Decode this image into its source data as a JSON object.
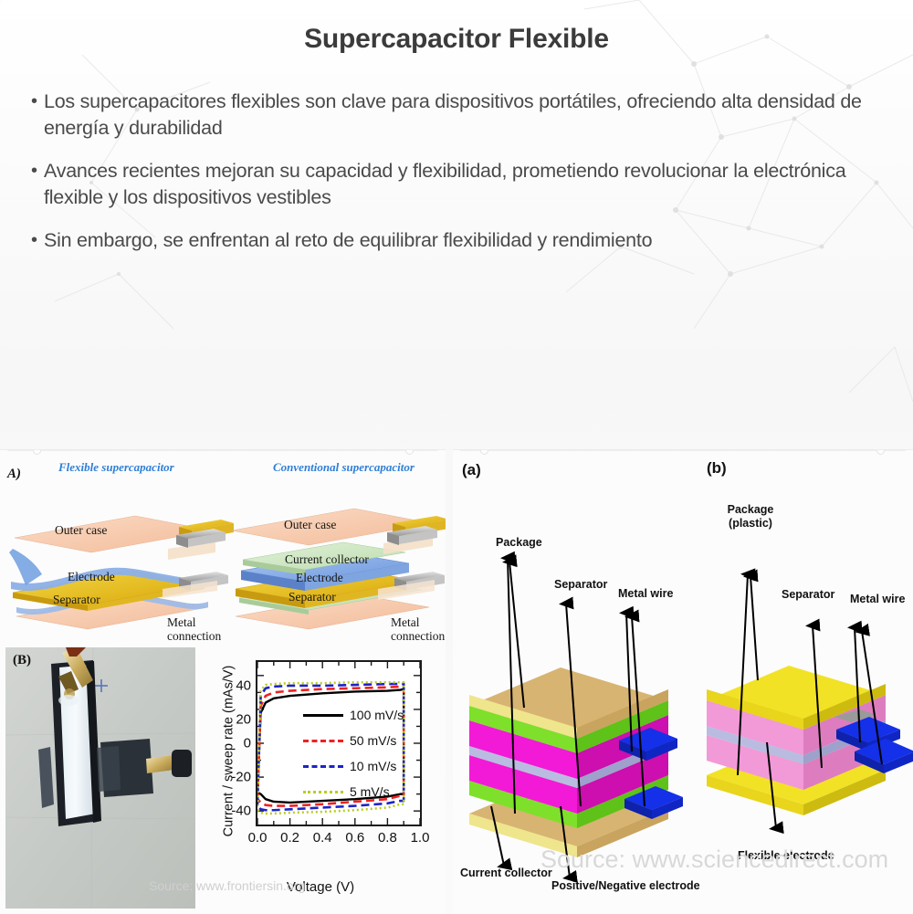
{
  "slide": {
    "title": "Supercapacitor Flexible",
    "bullet_marker": "•",
    "bullets": [
      "Los supercapacitores flexibles son clave para dispositivos portátiles, ofreciendo alta densidad de energía y durabilidad",
      "Avances recientes mejoran su capacidad y flexibilidad, prometiendo revolucionar la electrónica flexible y los dispositivos vestibles",
      "Sin embargo, se enfrentan al reto de equilibrar flexibilidad y rendimiento"
    ],
    "title_color": "#3b3b3b",
    "body_color": "#4a4a4a",
    "background_color": "#fbfbfb"
  },
  "figure_left": {
    "watermark": "Source: www.frontiersin.org",
    "panel_a": {
      "tag": "A)",
      "heading_left": "Flexible supercapacitor",
      "heading_right": "Conventional supercapacitor",
      "heading_color": "#2e7fd6",
      "flexible_layers": [
        "Outer case",
        "Electrode",
        "Separator",
        "Metal connection"
      ],
      "conventional_layers": [
        "Outer case",
        "Current collector",
        "Electrode",
        "Separator",
        "Metal connection"
      ],
      "colors": {
        "outer_case": "#f8cdb2",
        "electrode": "#8fb2e8",
        "separator": "#e8c020",
        "metal": "#b8b8b8",
        "current_collector": "#cfe8c8"
      }
    },
    "panel_b": {
      "tag": "(B)",
      "caption": "Photograph of a bent flexible supercapacitor device under test"
    }
  },
  "figure_right": {
    "watermark": "Source: www.sciencedirect.com",
    "panel_a": {
      "tag": "(a)",
      "labels": [
        "Package",
        "Separator",
        "Metal wire",
        "Current collector",
        "Positive/Negative electrode"
      ],
      "colors": {
        "package": "#d8b472",
        "package_edge": "#f2e68a",
        "current_collector": "#7ee02a",
        "electrode": "#f21ad6",
        "separator": "#b9bce0",
        "metal_wire": "#1430e8"
      }
    },
    "panel_b": {
      "tag": "(b)",
      "labels": [
        "Package (plastic)",
        "Separator",
        "Metal wire",
        "Flexible electrode"
      ],
      "colors": {
        "package": "#f2e226",
        "electrode": "#f299d8",
        "separator": "#b9bce0",
        "metal_wire": "#1430e8"
      }
    }
  },
  "chart_data": {
    "type": "line",
    "title": "",
    "xlabel": "Voltage (V)",
    "ylabel": "Current / sweep rate (mAs/V)",
    "xlim": [
      0.0,
      1.0
    ],
    "ylim": [
      -48,
      48
    ],
    "xticks": [
      "0.0",
      "0.2",
      "0.4",
      "0.6",
      "0.8",
      "1.0"
    ],
    "xtick_values": [
      0.0,
      0.2,
      0.4,
      0.6,
      0.8,
      1.0
    ],
    "yticks": [
      "40",
      "20",
      "0",
      "-20",
      "-40"
    ],
    "ytick_values": [
      40,
      20,
      0,
      -20,
      -40
    ],
    "grid": false,
    "legend_position": "center",
    "series": [
      {
        "name": "100 mV/s",
        "color": "#000000",
        "style": "solid",
        "upper_plateau": 31,
        "lower_plateau": -35,
        "x": [
          0.0,
          0.02,
          0.05,
          0.1,
          0.2,
          0.4,
          0.6,
          0.8,
          0.88,
          0.9
        ],
        "y_forward": [
          -29,
          18,
          24,
          26.5,
          28,
          29.5,
          30.5,
          31,
          31.5,
          32
        ],
        "y_reverse": [
          -29,
          -30,
          -33,
          -34.5,
          -35,
          -34,
          -33,
          -31.5,
          -30,
          32
        ]
      },
      {
        "name": "50 mV/s",
        "color": "#ee2222",
        "style": "dashed",
        "upper_plateau": 32.5,
        "lower_plateau": -37,
        "x": [
          0.0,
          0.02,
          0.05,
          0.1,
          0.2,
          0.4,
          0.6,
          0.8,
          0.88,
          0.9
        ],
        "y_forward": [
          -33,
          22,
          28,
          30,
          31,
          32,
          32.5,
          33,
          33.5,
          34
        ],
        "y_reverse": [
          -33,
          -35,
          -36.5,
          -37,
          -37,
          -36,
          -34.5,
          -33,
          -31,
          34
        ]
      },
      {
        "name": "10 mV/s",
        "color": "#1b23c8",
        "style": "dashed",
        "upper_plateau": 34,
        "lower_plateau": -39,
        "x": [
          0.0,
          0.02,
          0.05,
          0.1,
          0.2,
          0.4,
          0.6,
          0.8,
          0.88,
          0.9
        ],
        "y_forward": [
          -37,
          28,
          32.5,
          33.5,
          34,
          34,
          34.5,
          35,
          35,
          35
        ],
        "y_reverse": [
          -37,
          -39,
          -39.5,
          -39.5,
          -39,
          -38,
          -37,
          -35.5,
          -34,
          35
        ]
      },
      {
        "name": "5 mV/s",
        "color": "#bccc22",
        "style": "dotted",
        "upper_plateau": 35,
        "lower_plateau": -41,
        "x": [
          0.0,
          0.02,
          0.05,
          0.1,
          0.2,
          0.4,
          0.6,
          0.8,
          0.88,
          0.9
        ],
        "y_forward": [
          -40,
          31,
          34.5,
          35,
          35.5,
          35.5,
          36,
          36,
          36,
          36
        ],
        "y_reverse": [
          -40,
          -41,
          -41.5,
          -41.5,
          -41,
          -40.5,
          -39.5,
          -38,
          -36,
          36
        ]
      }
    ]
  }
}
